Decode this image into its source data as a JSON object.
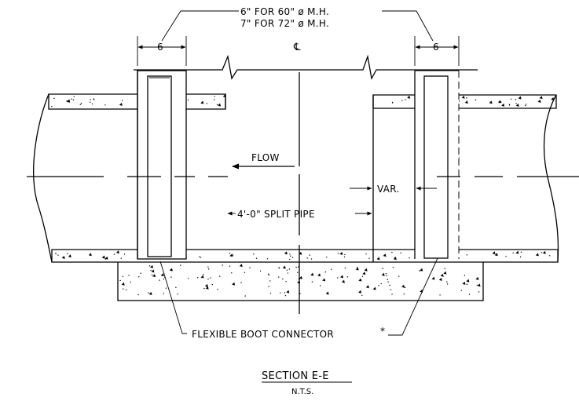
{
  "labels": {
    "wall_note_line1": "6\" FOR 60\" ø M.H.",
    "wall_note_line2": "7\" FOR 72\" ø M.H.",
    "wall_left_dim": "6",
    "wall_right_dim": "6",
    "centerline_symbol": "℄",
    "flow": "FLOW",
    "var": "VAR.",
    "split_pipe": "4'-0\" SPLIT PIPE",
    "boot_connector": "FLEXIBLE BOOT CONNECTOR",
    "boot_asterisk": "*",
    "section_title": "SECTION E-E",
    "scale_note": "N.T.S."
  }
}
